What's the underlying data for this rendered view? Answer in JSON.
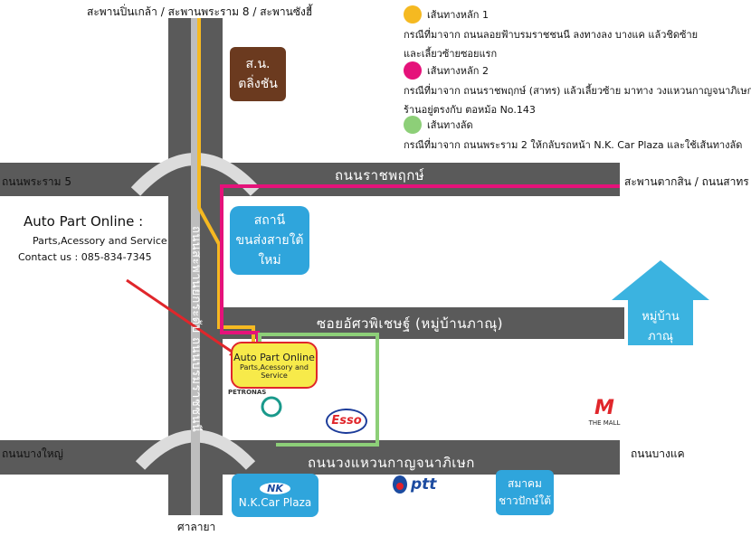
{
  "top_road_label": "สะพานปิ่นเกล้า / สะพานพระราม 8 / สะพานซังฮี้",
  "left_top_road": "ถนนพระราม 5",
  "left_bottom_road": "ถนนบางใหญ่",
  "right_top_road": "สะพานตากสิน / ถนนสาทร",
  "right_bottom_road": "ถนนบางแค",
  "bottom_road_label": "ศาลายา",
  "road_rajapruek": "ถนนราชพฤกษ์",
  "road_kanchana": "ถนนวงแหวนกาญจนาภิเษก",
  "road_soi": "ซอยอัศวพิเชษฐ์ (หมู่บ้านภาณุ)",
  "road_vertical": "ถนนสะพานยกระดับ ถนนบรมราชชนนี",
  "district_office": {
    "line1": "ส.น.",
    "line2": "ตลิ่งชัน"
  },
  "bus_terminal": {
    "line1": "สถานี",
    "line2": "ขนส่งสายใต้ใหม่"
  },
  "village": {
    "line1": "หมู่บ้าน",
    "line2": "ภาณุ"
  },
  "association": {
    "line1": "สมาคม",
    "line2": "ชาวปักษ์ใต้"
  },
  "nk_plaza": {
    "logo": "NK",
    "name": "N.K.Car Plaza"
  },
  "shop_box": {
    "title": "Auto Part Online",
    "subtitle": "Parts,Acessory and Service"
  },
  "petronas": "PETRONAS",
  "esso": "Esso",
  "ptt": "ptt",
  "the_mall": "THE MALL",
  "info": {
    "title": "Auto Part Online :",
    "line2": "Parts,Acessory and Service",
    "line3": "Contact us : 085-834-7345"
  },
  "legend": [
    {
      "color": "#f5b921",
      "title": "เส้นทางหลัก 1",
      "lines": [
        "กรณีที่มาจาก ถนนลอยฟ้าบรมราชชนนี ลงทางลง บางแค แล้วชิดซ้าย",
        "และเลี้ยวซ้ายซอยแรก"
      ]
    },
    {
      "color": "#e5127a",
      "title": "เส้นทางหลัก 2",
      "lines": [
        "กรณีที่มาจาก ถนนราชพฤกษ์ (สาทร) แล้วเลี้ยวซ้าย มาทาง วงแหวนกาญจนาภิเษก",
        "ร้านอยู่ตรงกับ ตอหม้อ No.143"
      ]
    },
    {
      "color": "#8dcf78",
      "title": "เส้นทางลัด",
      "lines": [
        "กรณีที่มาจาก ถนนพระราม 2 ให้กลับรถหน้า N.K. Car Plaza และใช้เส้นทางลัด"
      ]
    }
  ],
  "colors": {
    "road": "#5a5a5a",
    "route1": "#f5b921",
    "route2": "#e5127a",
    "shortcut": "#8dcf78",
    "blue": "#2fa5dc",
    "brown": "#6b3a1f",
    "shop_yellow": "#f7ea4a",
    "village": "#3bb3e0"
  }
}
